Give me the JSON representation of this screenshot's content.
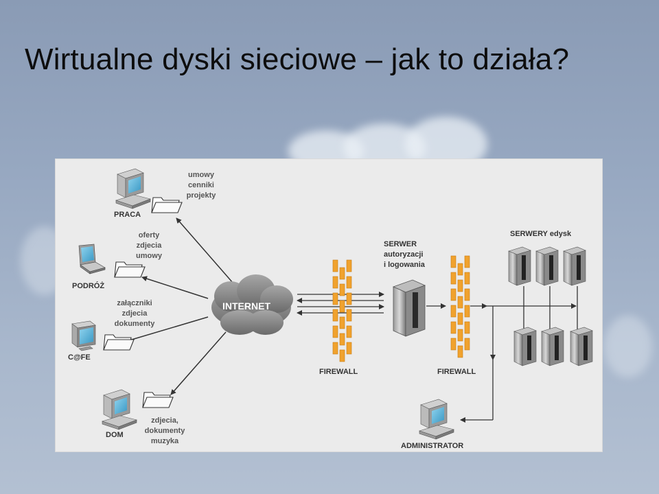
{
  "slide": {
    "title": "Wirtualne dyski sieciowe – jak to działa?"
  },
  "diagram": {
    "internet_label": "INTERNET",
    "clients": [
      {
        "label": "PRACA",
        "files": [
          "umowy",
          "cenniki",
          "projekty"
        ],
        "icon": "desktop-computer-icon"
      },
      {
        "label": "PODRÓŻ",
        "files": [
          "oferty",
          "zdjecia",
          "umowy"
        ],
        "icon": "laptop-icon"
      },
      {
        "label": "C@FE",
        "files": [
          "załączniki",
          "zdjecia",
          "dokumenty"
        ],
        "icon": "monitor-icon"
      },
      {
        "label": "DOM",
        "files": [
          "zdjecia,",
          "dokumenty",
          "muzyka"
        ],
        "icon": "desktop-computer-icon"
      }
    ],
    "firewall_1": "FIREWALL",
    "firewall_2": "FIREWALL",
    "server": {
      "line1": "SERWER",
      "line2": "autoryzacji",
      "line3": "i logowania"
    },
    "servers_label": "SERWERY edysk",
    "administrator": "ADMINISTRATOR",
    "colors": {
      "brick": "#f0a22e",
      "cloud": "#8c8c8c",
      "screen": "#5fb4d8",
      "server": "#6f6f6f"
    }
  }
}
